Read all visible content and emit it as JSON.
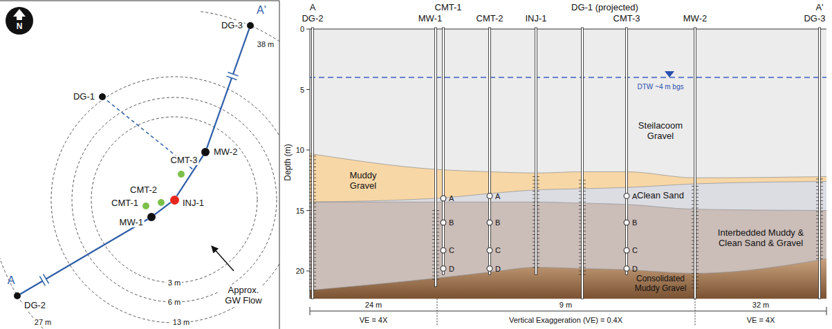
{
  "diagram": {
    "nodes": [
      {
        "text": [
          "DG-3"
        ]
      },
      {
        "text": [
          "DG-1"
        ]
      },
      {
        "text": [
          "CMT-3"
        ]
      },
      {
        "text": [
          "MW-2"
        ]
      },
      {
        "text": [
          "CMT-2"
        ]
      },
      {
        "text": [
          "CMT-1"
        ]
      },
      {
        "text": [
          "INJ-1"
        ]
      },
      {
        "text": [
          "MW-1"
        ]
      },
      {
        "text": [
          "DG-2"
        ]
      }
    ],
    "edges": [
      {
        "from": 8,
        "to": 7,
        "arrow": "none"
      },
      {
        "from": 7,
        "to": 6,
        "arrow": "none"
      },
      {
        "from": 6,
        "to": 3,
        "arrow": "none"
      },
      {
        "from": 3,
        "to": 0,
        "arrow": "none"
      }
    ],
    "labels": [
      "N",
      "A'",
      "38 m",
      "3 m",
      "6 m",
      "13 m",
      "Approx. GW Flow",
      "A",
      "27 m",
      "A",
      "DG-2",
      "CMT-1",
      "MW-1",
      "CMT-2",
      "INJ-1",
      "DG-1 (projected)",
      "CMT-3",
      "MW-2",
      "A'",
      "DG-3",
      "0",
      "5",
      "10",
      "15",
      "20",
      "Depth (m)",
      "DTW ~4 m bgs",
      "Steilacoom Gravel",
      "Muddy Gravel",
      "Clean Sand",
      "Interbedded Muddy & Clean Sand & Gravel",
      "Consolidated Muddy Gravel",
      "A",
      "B",
      "C",
      "D",
      "A",
      "B",
      "C",
      "D",
      "A",
      "B",
      "C",
      "D",
      "24 m",
      "VE = 4X",
      "9 m",
      "Vertical Exaggeration (VE) = 0.4X",
      "32 m",
      "VE = 4X"
    ]
  }
}
